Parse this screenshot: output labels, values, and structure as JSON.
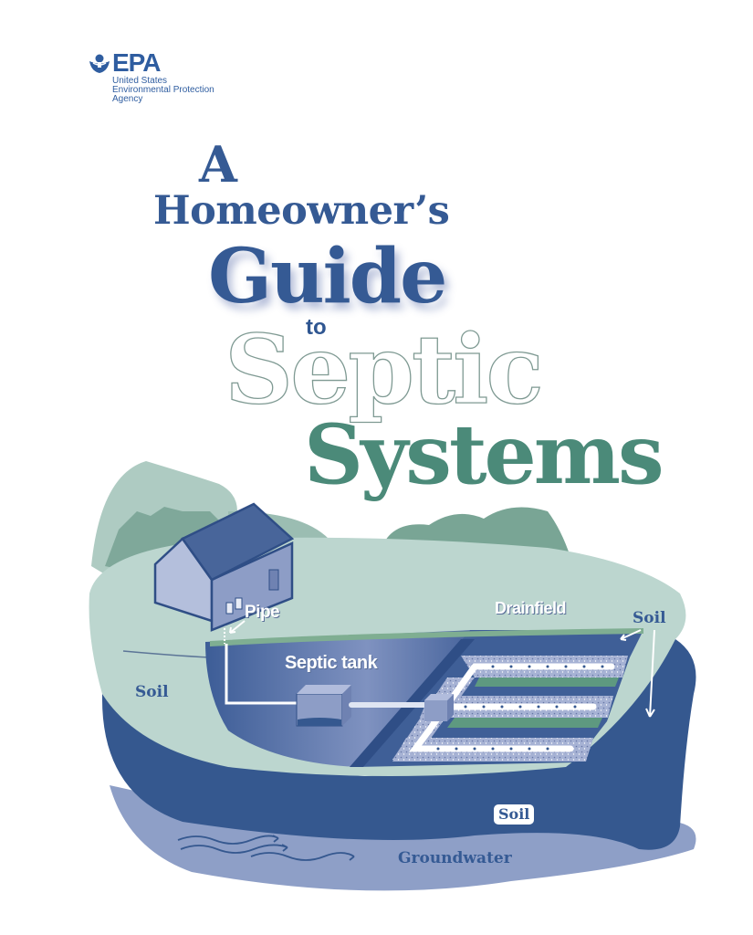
{
  "logo": {
    "wordmark": "EPA",
    "lines": [
      "United States",
      "Environmental Protection",
      "Agency"
    ],
    "icon": "epa-flower-icon"
  },
  "title": {
    "line1": "A",
    "line2": "Homeowner’s",
    "line3": "Guide",
    "line4": "to",
    "line5": "Septic",
    "line6": "Systems"
  },
  "illustration": {
    "labels": {
      "pipe": "Pipe",
      "septic_tank": "Septic tank",
      "drainfield": "Drainfield",
      "soil_left": "Soil",
      "soil_right": "Soil",
      "soil_bottom": "Soil",
      "groundwater": "Groundwater"
    },
    "colors": {
      "title_blue": "#355a94",
      "title_green": "#4b8a79",
      "ground_light": "#bcd6cf",
      "hill_green": "#7fa89a",
      "deep_blue": "#35588f",
      "groundwater": "#8e9fc7",
      "house_wall": "#b4bfdc",
      "house_roof": "#48659a"
    }
  }
}
